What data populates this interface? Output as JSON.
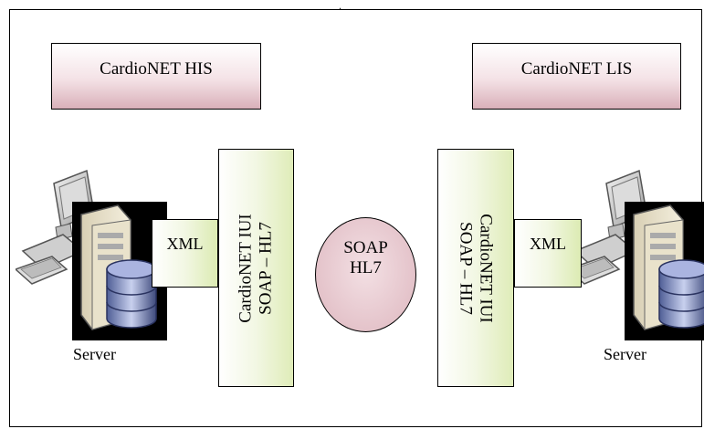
{
  "systems": {
    "his": "CardioNET HIS",
    "lis": "CardioNET LIS"
  },
  "iui": {
    "left": {
      "line1": "CardioNET IUI",
      "line2": "SOAP – HL7"
    },
    "right": {
      "line1": "CardioNET IUI",
      "line2": "SOAP – HL7"
    }
  },
  "xml": {
    "left": "XML",
    "right": "XML"
  },
  "soap": {
    "line1": "SOAP",
    "line2": "HL7"
  },
  "servers": {
    "left": "Server",
    "right": "Server"
  },
  "colors": {
    "system_box_gradient": [
      "#ffffff",
      "#d9b0b9"
    ],
    "iui_gradient": [
      "#ffffff",
      "#dfecb8"
    ],
    "soap_fill": "#e4c3ca"
  },
  "icons": [
    "computer-icon",
    "server-tower-icon",
    "database-icon"
  ]
}
